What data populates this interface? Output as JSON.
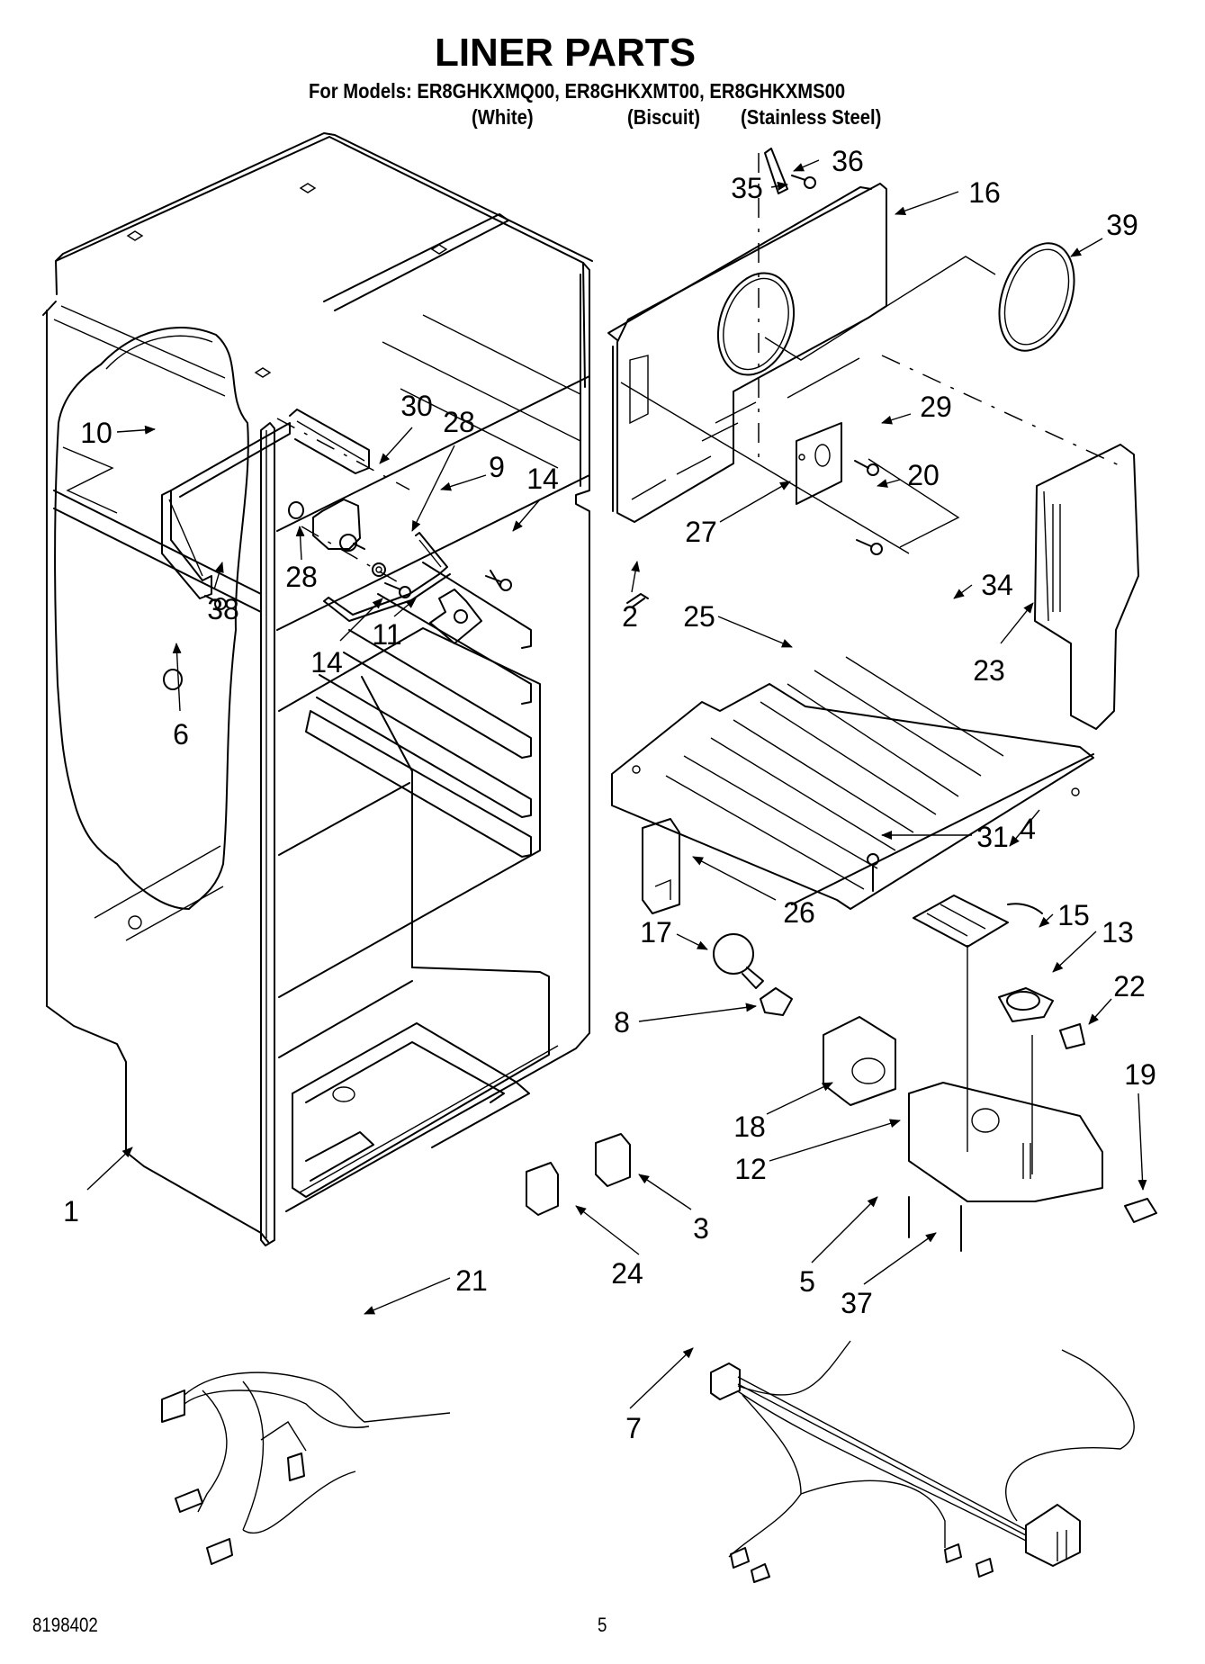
{
  "header": {
    "title": "LINER PARTS",
    "models_line": "For Models: ER8GHKXMQ00, ER8GHKXMT00, ER8GHKXMS00",
    "variants": [
      "(White)",
      "(Biscuit)",
      "(Stainless Steel)"
    ]
  },
  "callouts": {
    "p1": "1",
    "p2": "2",
    "p3": "3",
    "p4": "4",
    "p5": "5",
    "p6": "6",
    "p7": "7",
    "p8": "8",
    "p9": "9",
    "p10": "10",
    "p11": "11",
    "p12": "12",
    "p13": "13",
    "p14a": "14",
    "p14b": "14",
    "p15": "15",
    "p16": "16",
    "p17": "17",
    "p18": "18",
    "p19": "19",
    "p20": "20",
    "p21": "21",
    "p22": "22",
    "p23": "23",
    "p24": "24",
    "p25": "25",
    "p26": "26",
    "p27": "27",
    "p28a": "28",
    "p28b": "28",
    "p29": "29",
    "p30": "30",
    "p31": "31",
    "p34": "34",
    "p35": "35",
    "p36": "36",
    "p37": "37",
    "p38": "38",
    "p39": "39"
  },
  "footer": {
    "doc_number": "8198402",
    "page_number": "5"
  }
}
